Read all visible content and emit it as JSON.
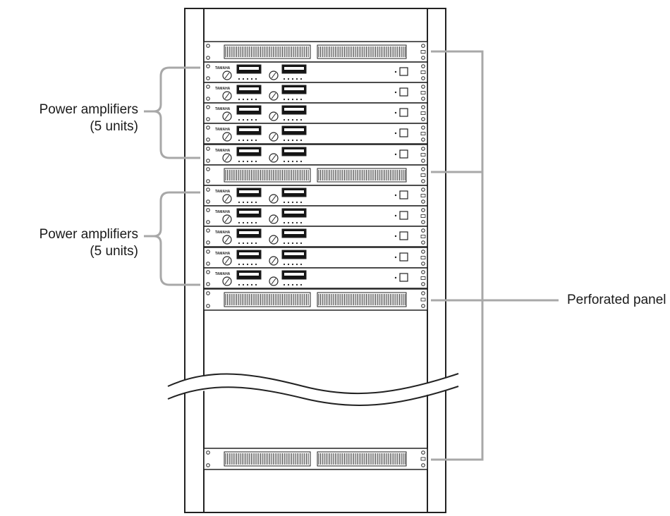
{
  "labels": {
    "group1_line1": "Power amplifiers",
    "group1_line2": "(5 units)",
    "group2_line1": "Power amplifiers",
    "group2_line2": "(5 units)",
    "perforated": "Perforated panel"
  },
  "amp_unit": {
    "brand": "TAMAHA"
  },
  "colors": {
    "line": "#222222",
    "callout": "#a8a8a8",
    "display": "#151515"
  }
}
